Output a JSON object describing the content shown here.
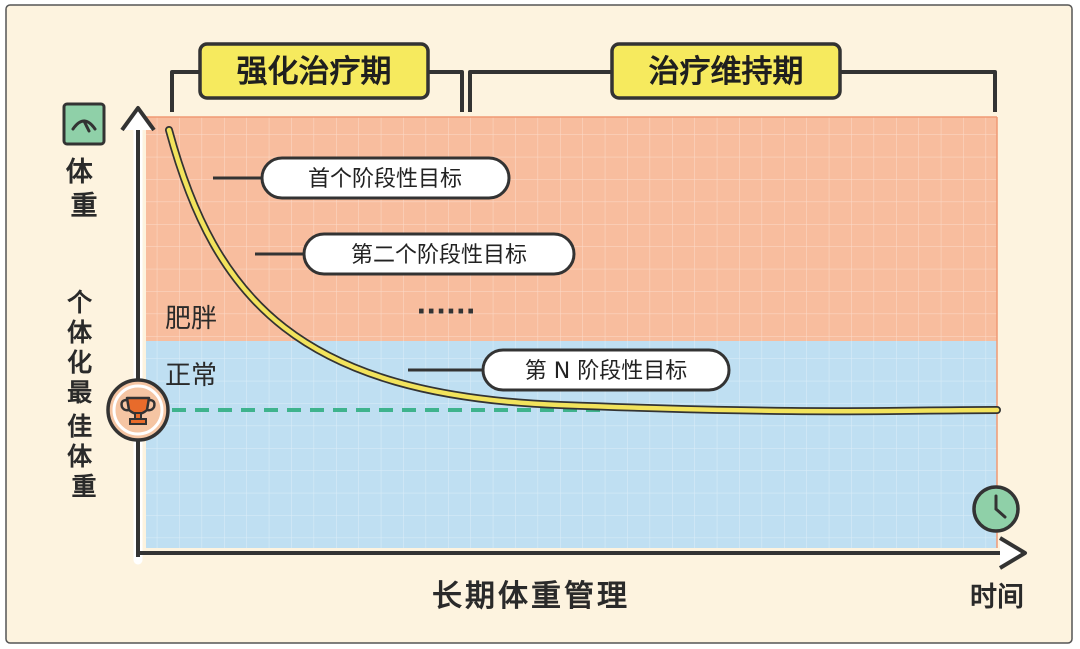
{
  "phases": {
    "intensive": "强化治疗期",
    "maintenance": "治疗维持期"
  },
  "y_axis": {
    "label": "体重",
    "icon": "gauge-icon"
  },
  "x_axis": {
    "label": "时间",
    "icon": "clock-icon"
  },
  "zones": {
    "obese": "肥胖",
    "normal": "正常"
  },
  "ideal_weight": {
    "label": "个体化最佳体重",
    "icon": "trophy-icon"
  },
  "goals": [
    "首个阶段性目标",
    "第二个阶段性目标",
    "第 N 阶段性目标"
  ],
  "ellipsis": "······",
  "caption": "长期体重管理",
  "colors": {
    "frame_bg": "#fdf3df",
    "obese_zone": "#f8bd9e",
    "normal_zone": "#bfdff2",
    "curve": "#f2e35c",
    "phase_badge": "#f6ea5e",
    "target_line": "#3fb38d",
    "icon_green": "#8fd0a8",
    "trophy_bg": "#f5c5a3"
  }
}
